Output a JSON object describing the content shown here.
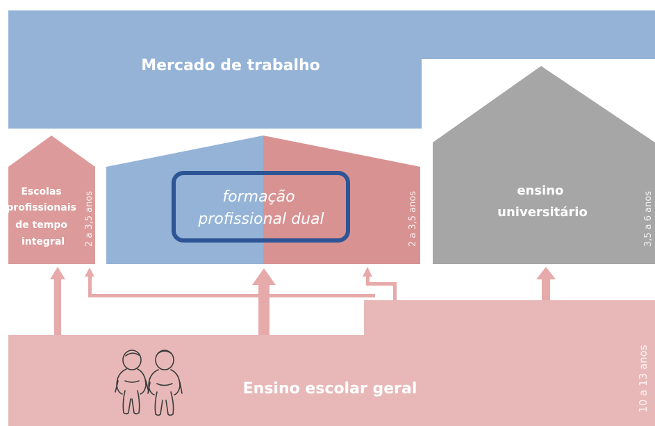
{
  "labor_market": {
    "label": "Mercado de trabalho"
  },
  "vocational_schools": {
    "lines": [
      "Escolas",
      "profissionais",
      "de tempo",
      "integral"
    ],
    "duration": "2 a 3,5 anos"
  },
  "dual_training": {
    "lines": [
      "formação",
      "profissional dual"
    ],
    "duration": "2 a 3,5 anos"
  },
  "university": {
    "lines": [
      "ensino",
      "universitário"
    ],
    "duration": "3,5 a 6 anos"
  },
  "general_school": {
    "label": "Ensino escolar geral",
    "duration": "10 a 13 anos"
  },
  "colors": {
    "blue": "#94b3d7",
    "salmon_block": "#dc9a9a",
    "salmon_right": "#d99292",
    "salmon_base": "#e8b8b8",
    "arrow": "#e6aaaa",
    "gray": "#a6a6a6",
    "frame": "#2d5596"
  }
}
